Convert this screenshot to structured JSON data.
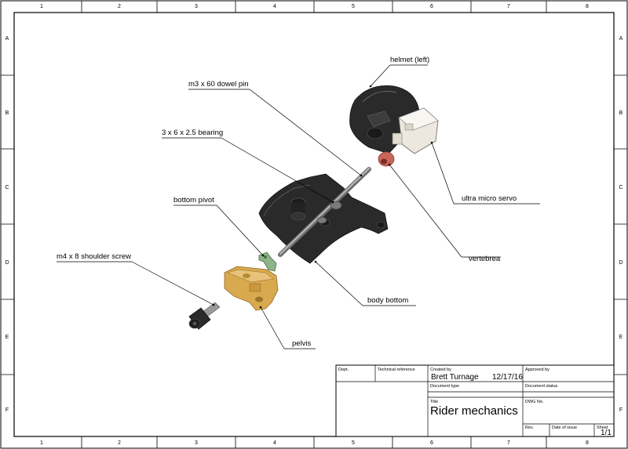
{
  "zones": {
    "columns": [
      "1",
      "2",
      "3",
      "4",
      "5",
      "6",
      "7",
      "8"
    ],
    "rows": [
      "A",
      "B",
      "C",
      "D",
      "E",
      "F"
    ]
  },
  "callouts": {
    "helmet": "helmet (left)",
    "dowel_pin": "m3 x 60 dowel pin",
    "bearing": "3 x 6 x 2.5 bearing",
    "bottom_pivot": "bottom pivot",
    "shoulder_screw": "m4 x 8 shoulder screw",
    "servo": "ultra micro servo",
    "vertebrea": "vertebrea",
    "body_bottom": "body bottom",
    "pelvis": "pelvis"
  },
  "title_block": {
    "dept_label": "Dept.",
    "tech_ref_label": "Technical reference",
    "created_by_label": "Created by",
    "created_by": "Brett Turnage",
    "date": "12/17/16",
    "approved_by_label": "Approved by",
    "doc_type_label": "Document type",
    "doc_status_label": "Document status",
    "title_label": "Title",
    "title": "Rider mechanics",
    "dwg_no_label": "DWG No.",
    "rev_label": "Rev.",
    "date_issue_label": "Date of issue",
    "sheet_label": "Sheet",
    "sheet": "1/1"
  },
  "colors": {
    "border": "#000000",
    "part_black": "#2a2a2a",
    "servo_white": "#ece8df",
    "vertebrea_red": "#c9665a",
    "pivot_green": "#8fb38a",
    "pelvis_gold": "#d8a94e",
    "pin_gray": "#8c8c8c"
  }
}
